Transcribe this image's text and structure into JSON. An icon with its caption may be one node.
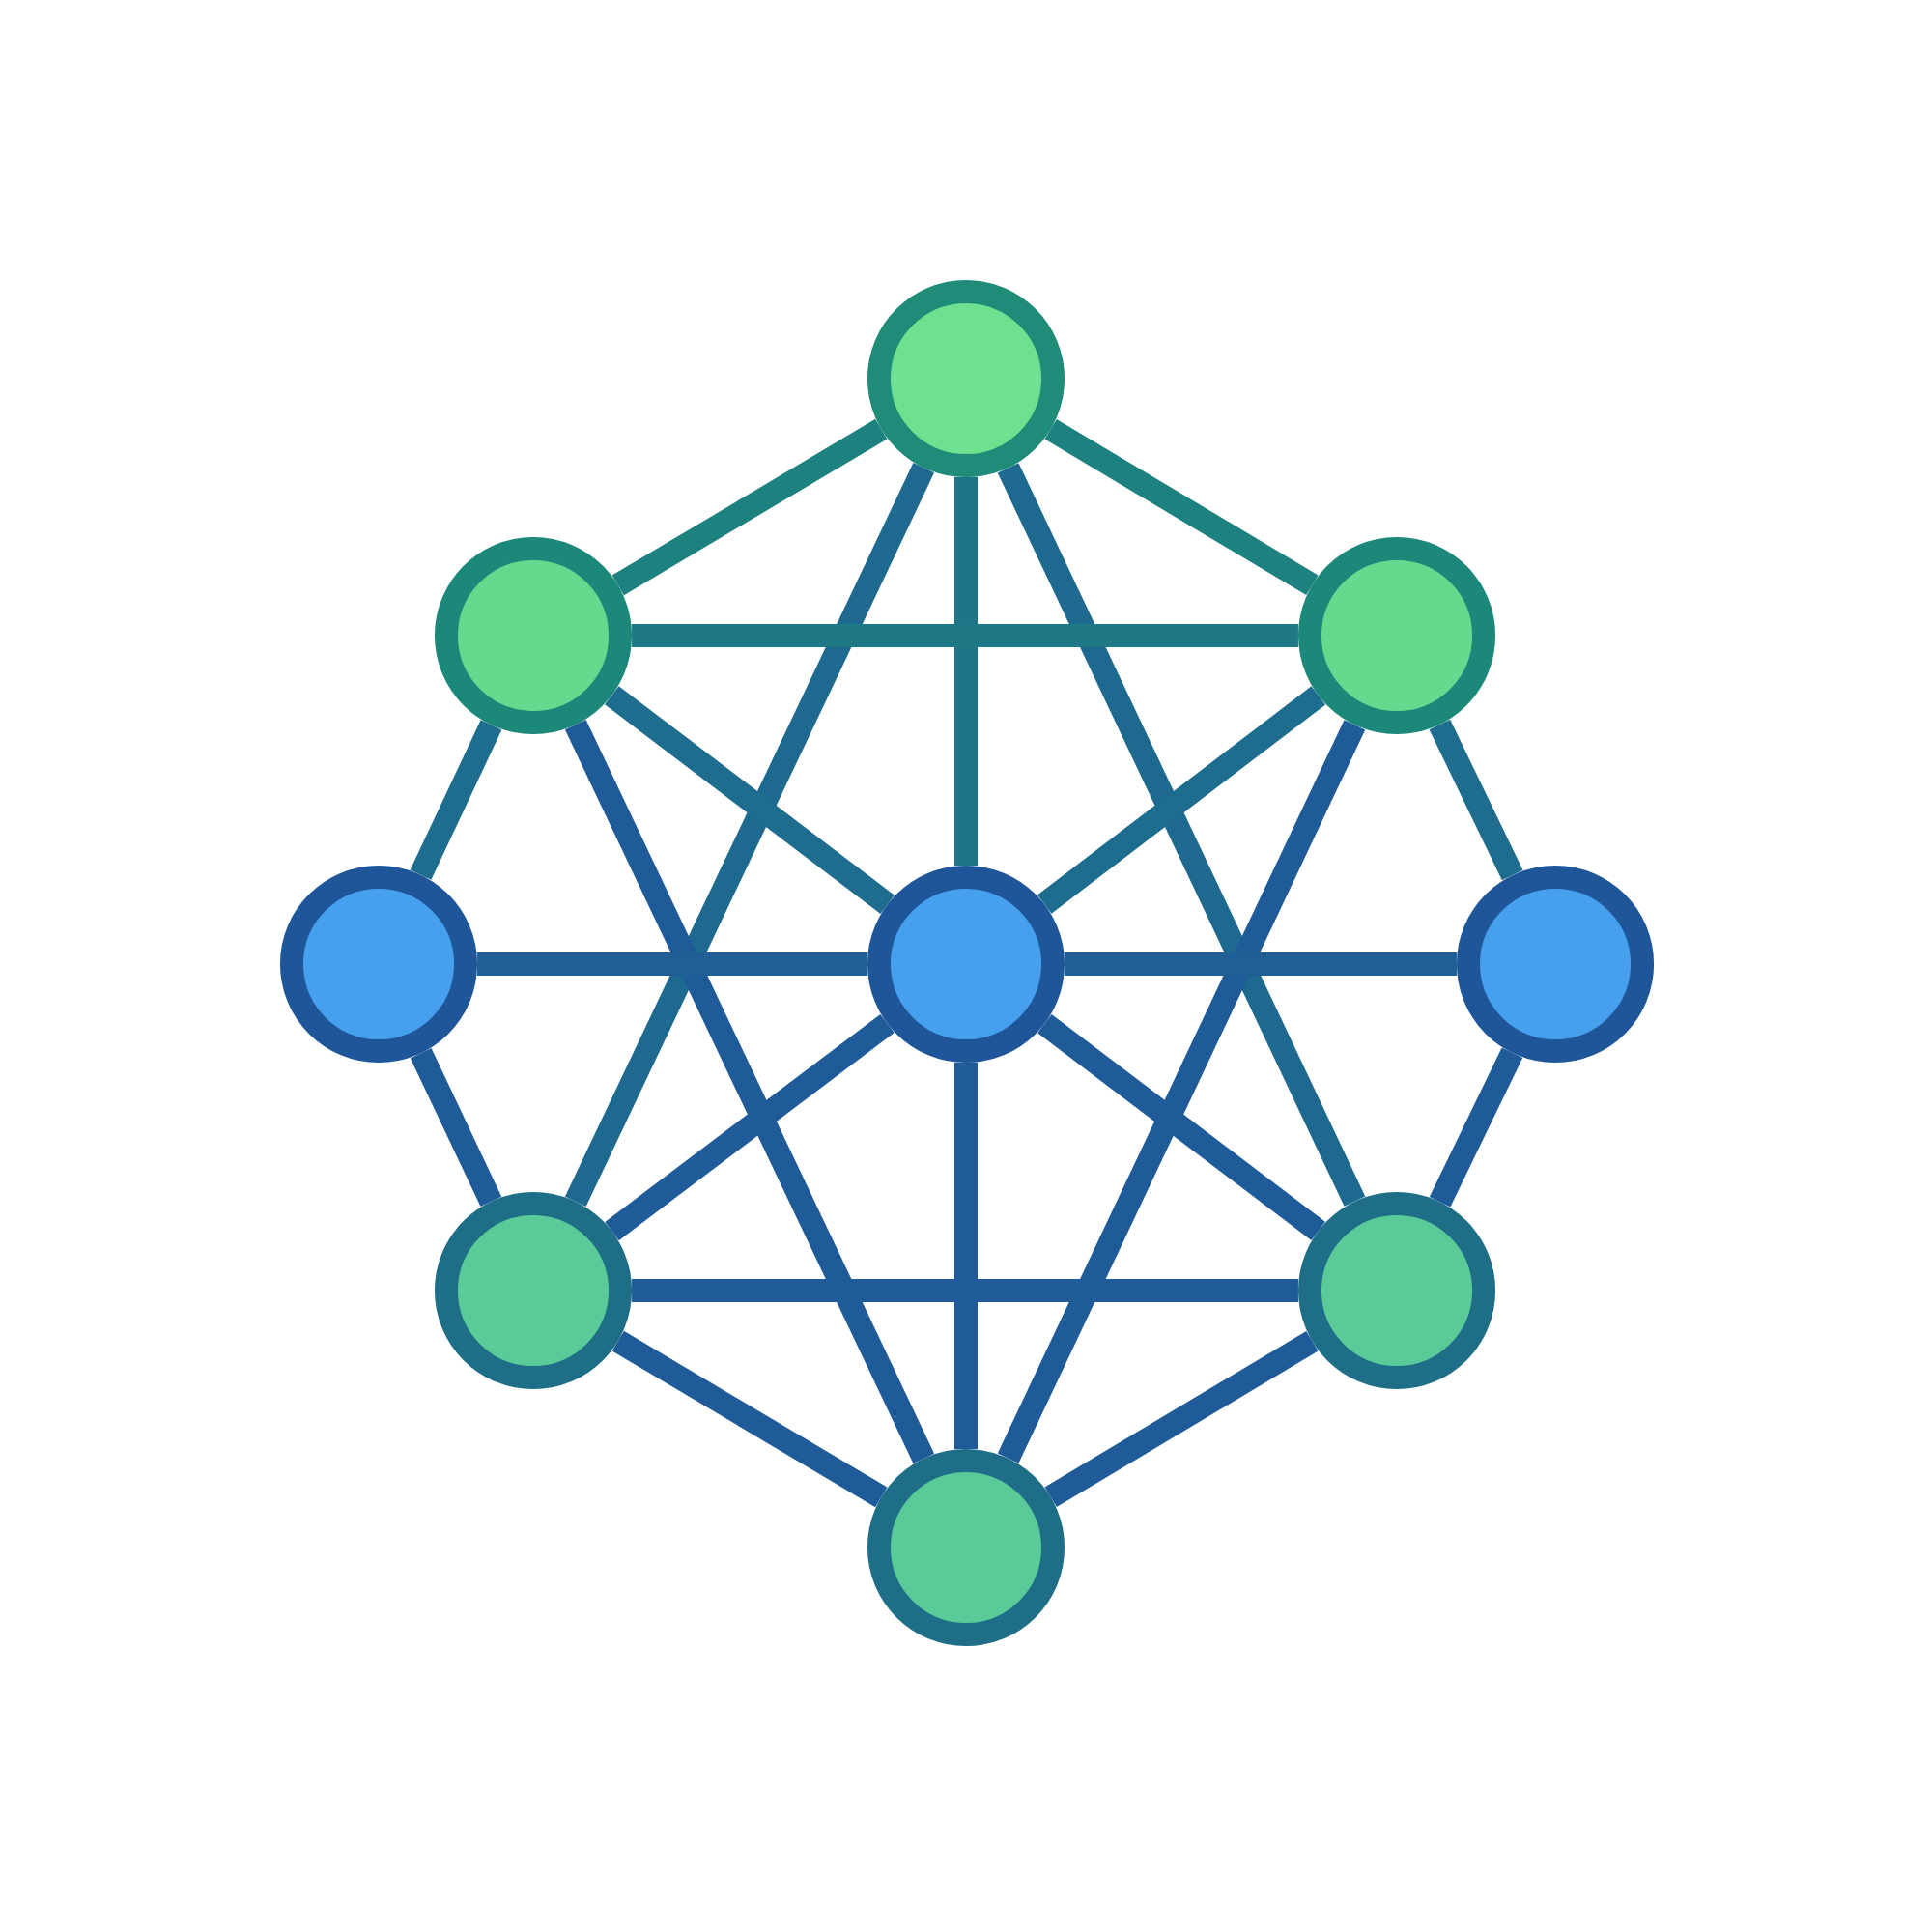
{
  "diagram": {
    "nodes": [
      {
        "text": [],
        "shape": "circle"
      },
      {
        "text": [],
        "shape": "circle"
      },
      {
        "text": [],
        "shape": "circle"
      },
      {
        "text": [],
        "shape": "circle"
      },
      {
        "text": [],
        "shape": "circle"
      },
      {
        "text": [],
        "shape": "circle"
      },
      {
        "text": [],
        "shape": "circle"
      },
      {
        "text": [],
        "shape": "circle"
      },
      {
        "text": [],
        "shape": "circle"
      }
    ],
    "edges": [
      {
        "from": 0,
        "to": 1,
        "arrow": "none"
      },
      {
        "from": 0,
        "to": 2,
        "arrow": "none"
      },
      {
        "from": 0,
        "to": 4,
        "arrow": "none"
      },
      {
        "from": 0,
        "to": 6,
        "arrow": "none"
      },
      {
        "from": 0,
        "to": 7,
        "arrow": "none"
      },
      {
        "from": 1,
        "to": 2,
        "arrow": "none"
      },
      {
        "from": 1,
        "to": 3,
        "arrow": "none"
      },
      {
        "from": 1,
        "to": 4,
        "arrow": "none"
      },
      {
        "from": 1,
        "to": 8,
        "arrow": "none"
      },
      {
        "from": 2,
        "to": 4,
        "arrow": "none"
      },
      {
        "from": 2,
        "to": 5,
        "arrow": "none"
      },
      {
        "from": 2,
        "to": 8,
        "arrow": "none"
      },
      {
        "from": 3,
        "to": 4,
        "arrow": "none"
      },
      {
        "from": 4,
        "to": 5,
        "arrow": "none"
      },
      {
        "from": 3,
        "to": 6,
        "arrow": "none"
      },
      {
        "from": 5,
        "to": 7,
        "arrow": "none"
      },
      {
        "from": 4,
        "to": 6,
        "arrow": "none"
      },
      {
        "from": 4,
        "to": 7,
        "arrow": "none"
      },
      {
        "from": 6,
        "to": 7,
        "arrow": "none"
      },
      {
        "from": 6,
        "to": 8,
        "arrow": "none"
      },
      {
        "from": 7,
        "to": 8,
        "arrow": "none"
      },
      {
        "from": 4,
        "to": 8,
        "arrow": "none"
      }
    ]
  }
}
